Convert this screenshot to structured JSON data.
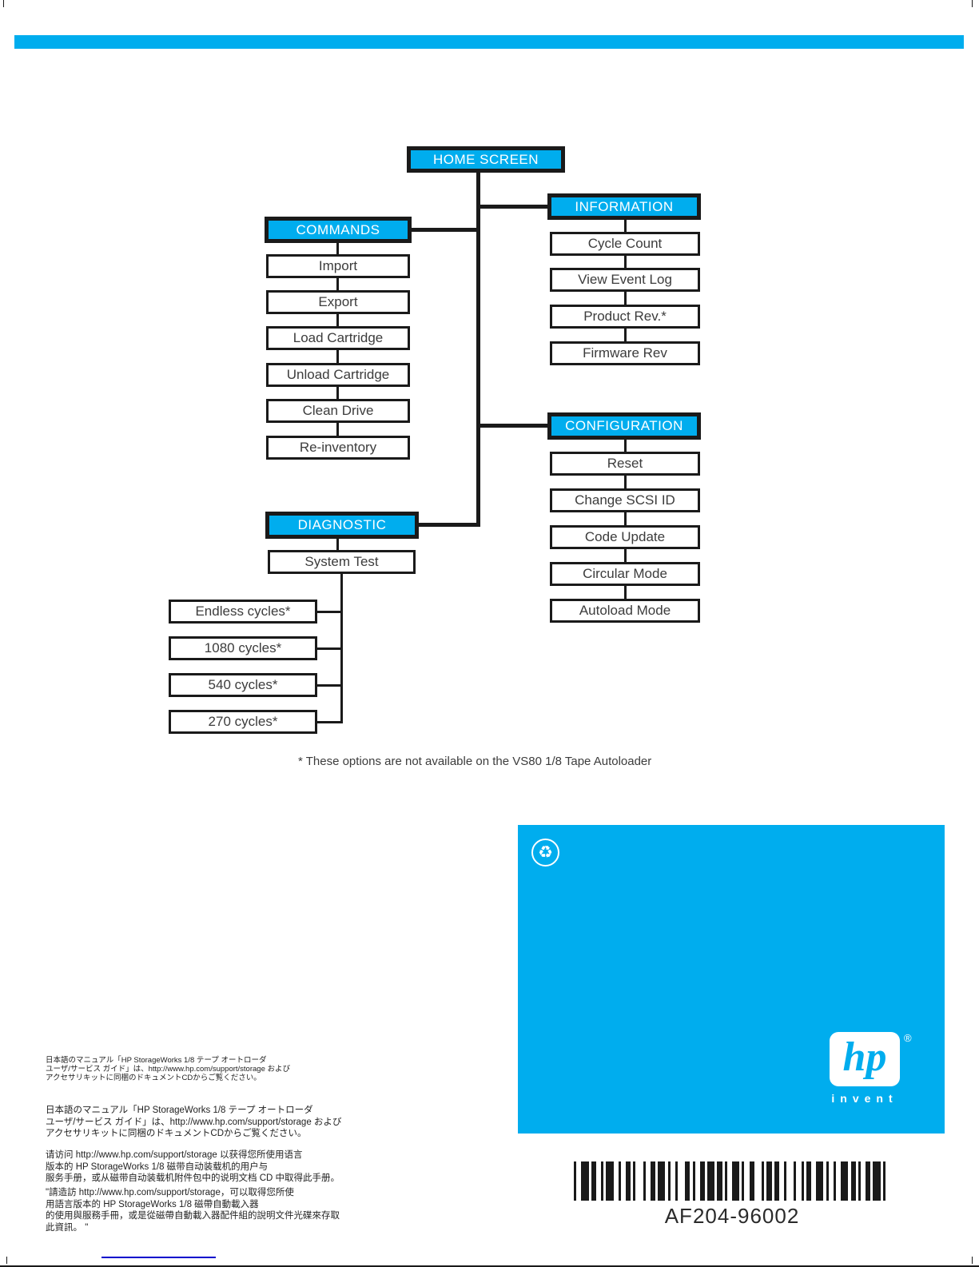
{
  "colors": {
    "accent": "#00ADEE",
    "line": "#1A1A1A",
    "link_blue": "#0000CC"
  },
  "page": {
    "footnote": "* These options are not available on the VS80 1/8 Tape Autoloader",
    "part_number": "AF204-96002"
  },
  "menu_tree": {
    "root": "HOME SCREEN",
    "branches": [
      {
        "label": "COMMANDS",
        "items": [
          "Import",
          "Export",
          "Load Cartridge",
          "Unload Cartridge",
          "Clean Drive",
          "Re-inventory"
        ]
      },
      {
        "label": "INFORMATION",
        "items": [
          "Cycle Count",
          "View Event Log",
          "Product Rev.*",
          "Firmware Rev"
        ]
      },
      {
        "label": "DIAGNOSTIC",
        "items": [
          "System Test"
        ],
        "sub_items": [
          "Endless cycles*",
          "1080 cycles*",
          "540 cycles*",
          "270 cycles*"
        ]
      },
      {
        "label": "CONFIGURATION",
        "items": [
          "Reset",
          "Change SCSI ID",
          "Code Update",
          "Circular Mode",
          "Autoload Mode"
        ]
      }
    ]
  },
  "notices": {
    "japanese_small": [
      "日本語のマニュアル「HP StorageWorks 1/8 テープ オートローダ",
      "ユーザ/サービス ガイド」は、http://www.hp.com/support/storage および",
      "アクセサリキットに同梱のドキュメントCDからご覧ください。"
    ],
    "japanese": [
      "日本語のマニュアル「HP StorageWorks 1/8 テープ オートローダ",
      "ユーザ/サービス ガイド」は、http://www.hp.com/support/storage および",
      "アクセサリキットに同梱のドキュメントCDからご覧ください。"
    ],
    "chinese_simplified": [
      "请访问 http://www.hp.com/support/storage 以获得您所使用语言",
      "版本的 HP StorageWorks 1/8 磁带自动装载机的用户与",
      "服务手册，或从磁带自动装载机附件包中的说明文档 CD 中取得此手册。"
    ],
    "chinese_traditional": [
      "\"請造訪 http://www.hp.com/support/storage，可以取得您所使",
      "用語言版本的 HP StorageWorks 1/8 磁帶自動載入器",
      "的使用與服務手冊，或是從磁帶自動載入器配件組的說明文件光碟來存取",
      "此資訊。 \""
    ]
  },
  "logo": {
    "hp": "hp",
    "invent": "invent",
    "registered": "®"
  },
  "icons": {
    "recycle": "♻"
  }
}
